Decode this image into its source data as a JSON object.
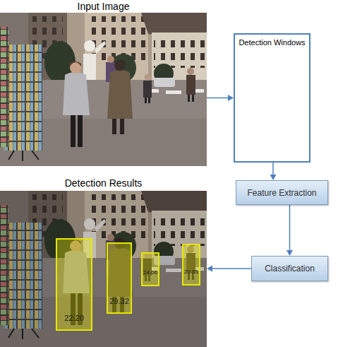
{
  "diagram": {
    "nodes": [
      {
        "text": [
          "Input Image"
        ]
      },
      {
        "text": [
          "Detection Windows"
        ]
      },
      {
        "text": [
          "Feature Extraction"
        ]
      },
      {
        "text": [
          "Classification"
        ]
      },
      {
        "text": [
          "Detection Results"
        ]
      },
      {
        "text": [
          "22.20"
        ],
        "in": 4
      },
      {
        "text": [
          "29.32"
        ],
        "in": 4
      },
      {
        "text": [
          "24.06"
        ],
        "in": 4
      },
      {
        "text": [
          "20.65"
        ],
        "in": 4
      }
    ],
    "edges": [
      {
        "from": 0,
        "to": 1,
        "arrow": "to"
      },
      {
        "from": 1,
        "to": 2,
        "arrow": "to"
      },
      {
        "from": 2,
        "to": 3,
        "arrow": "to"
      },
      {
        "from": 3,
        "to": 4,
        "arrow": "to"
      }
    ]
  }
}
